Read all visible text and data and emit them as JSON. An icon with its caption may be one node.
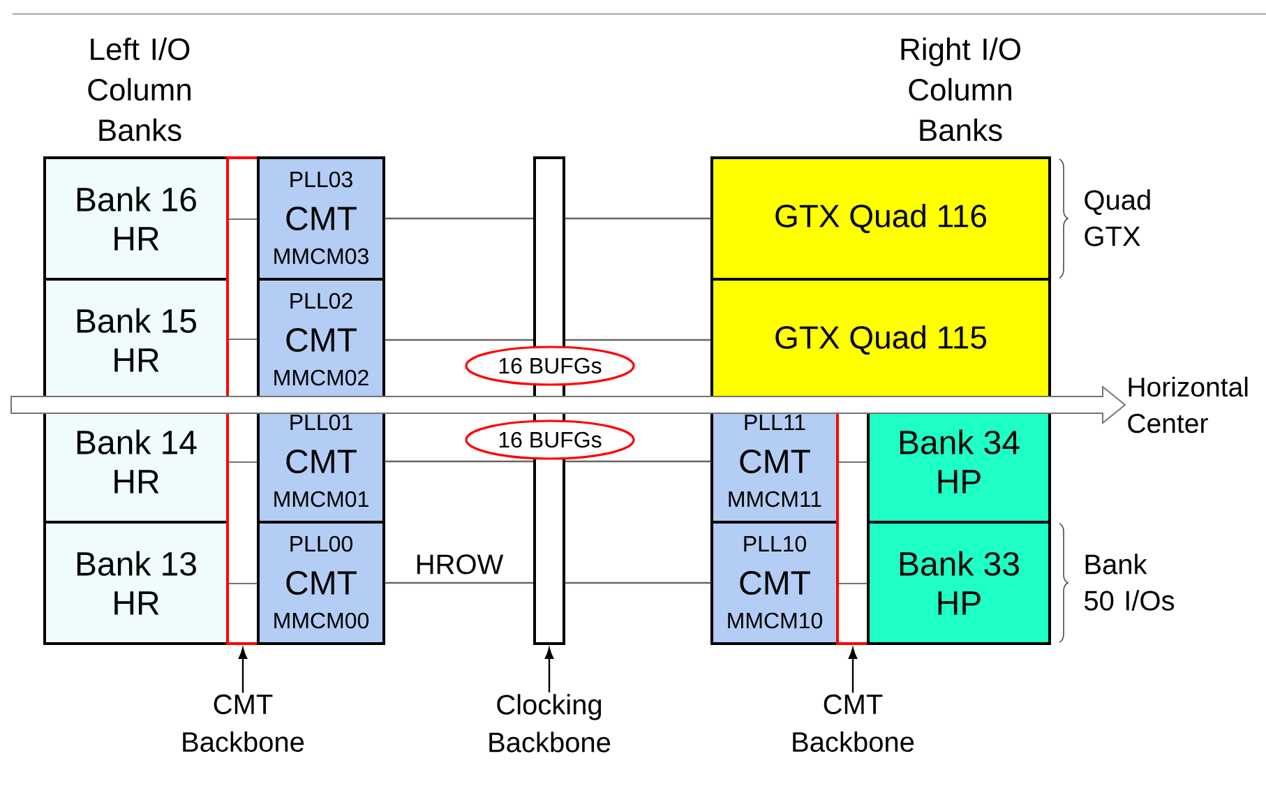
{
  "diagram": {
    "nodes": [
      {
        "text": [
          "Bank 16 HR"
        ]
      },
      {
        "text": [
          "Bank 15 HR"
        ]
      },
      {
        "text": [
          "Bank 14 HR"
        ]
      },
      {
        "text": [
          "Bank 13 HR"
        ]
      },
      {
        "text": [],
        "shape": "bar"
      },
      {
        "text": [
          "PLL03",
          "CMT",
          "MMCM03"
        ]
      },
      {
        "text": [
          "PLL02",
          "CMT",
          "MMCM02"
        ]
      },
      {
        "text": [
          "PLL01",
          "CMT",
          "MMCM01"
        ]
      },
      {
        "text": [
          "PLL00",
          "CMT",
          "MMCM00"
        ]
      },
      {
        "text": [],
        "shape": "bar"
      },
      {
        "text": [
          "16 BUFGs"
        ]
      },
      {
        "text": [
          "16 BUFGs"
        ]
      },
      {
        "text": [
          "GTX Quad 116"
        ]
      },
      {
        "text": [
          "GTX Quad 115"
        ]
      },
      {
        "text": [
          "PLL11",
          "CMT",
          "MMCM11"
        ]
      },
      {
        "text": [
          "PLL10",
          "CMT",
          "MMCM10"
        ]
      },
      {
        "text": [],
        "shape": "bar"
      },
      {
        "text": [
          "Bank 34 HP"
        ]
      },
      {
        "text": [
          "Bank 33 HP"
        ]
      },
      {
        "text": [
          "CMT Backbone"
        ]
      },
      {
        "text": [
          "Clocking Backbone"
        ]
      },
      {
        "text": [
          "CMT Backbone"
        ]
      },
      {
        "text": [
          "Horizontal Center"
        ]
      }
    ],
    "edges": [
      {
        "from": 5,
        "to": 9,
        "arrow": "none"
      },
      {
        "from": 9,
        "to": 12,
        "arrow": "none"
      },
      {
        "from": 6,
        "to": 9,
        "arrow": "none"
      },
      {
        "from": 9,
        "to": 13,
        "arrow": "none"
      },
      {
        "from": 7,
        "to": 9,
        "arrow": "none"
      },
      {
        "from": 9,
        "to": 14,
        "arrow": "none"
      },
      {
        "from": 8,
        "to": 9,
        "arrow": "none",
        "label": "HROW"
      },
      {
        "from": 9,
        "to": 15,
        "arrow": "none"
      },
      {
        "from": 19,
        "to": 4,
        "arrow": "to",
        "color": "#000000"
      },
      {
        "from": 20,
        "to": 9,
        "arrow": "to",
        "color": "#000000"
      },
      {
        "from": 21,
        "to": 16,
        "arrow": "to",
        "color": "#000000"
      },
      {
        "from": null,
        "to": 22,
        "arrow": "to"
      }
    ],
    "labels": [
      "Left I/O Column Banks",
      "Right I/O Column Banks",
      "Quad GTX",
      "Bank 50 I/Os"
    ]
  }
}
